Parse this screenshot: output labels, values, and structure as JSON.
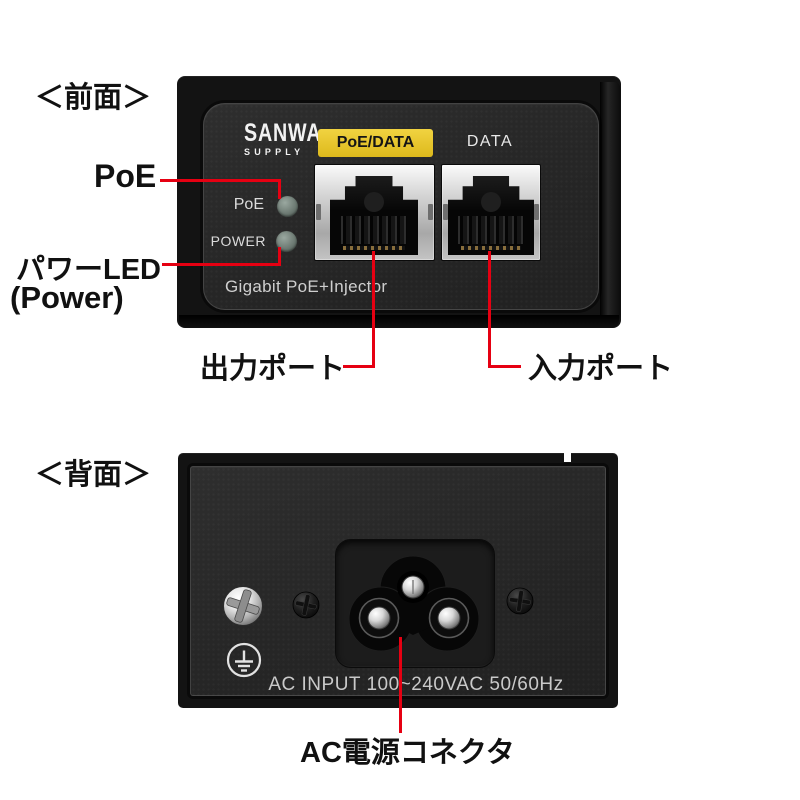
{
  "front": {
    "heading": "＜前面＞",
    "device": {
      "brand_top": "SANWA",
      "brand_bottom": "SUPPLY",
      "poe_port_label": "PoE/DATA",
      "data_port_label": "DATA",
      "led_poe_label": "PoE",
      "led_power_label": "POWER",
      "model_name": "Gigabit PoE+Injector"
    },
    "callouts": {
      "poe": "PoE",
      "power_line1": "パワーLED",
      "power_line2": "(Power)",
      "output_port": "出力ポート",
      "input_port": "入力ポート"
    }
  },
  "back": {
    "heading": "＜背面＞",
    "device": {
      "ac_rating": "AC INPUT 100~240VAC 50/60Hz"
    },
    "callouts": {
      "ac_connector": "AC電源コネクタ"
    }
  },
  "colors": {
    "callout_red": "#e60012",
    "label_yellow": "#e9c62c",
    "body_black": "#131313",
    "led_gray_green": "#66736c"
  }
}
